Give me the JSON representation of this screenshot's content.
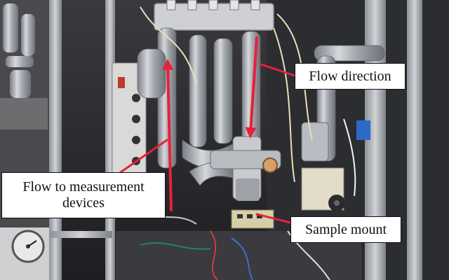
{
  "annotations": {
    "flow_direction": "Flow direction",
    "flow_to_measurement": "Flow to measurement devices",
    "sample_mount": "Sample mount"
  },
  "colors": {
    "arrow": "#e8203a",
    "label_bg": "#ffffff",
    "label_border": "#111111",
    "foil": "#b9bcc2",
    "frame": "#a9adb3",
    "background": "#2a2a2e",
    "glass_panel": "#d8d2c0",
    "tubing": "#e9dfb8"
  },
  "icons": [
    "pressure-gauge-icon",
    "valve-knob-icon"
  ]
}
